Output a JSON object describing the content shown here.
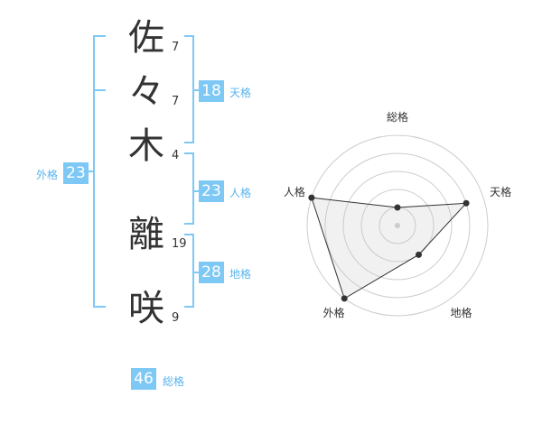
{
  "name": {
    "chars": [
      {
        "char": "佐",
        "strokes": "7"
      },
      {
        "char": "々",
        "strokes": "7"
      },
      {
        "char": "木",
        "strokes": "4"
      },
      {
        "char": "離",
        "strokes": "19"
      },
      {
        "char": "咲",
        "strokes": "9"
      }
    ]
  },
  "scores": {
    "tenkaku": {
      "value": "18",
      "label": "天格"
    },
    "jinkaku": {
      "value": "23",
      "label": "人格"
    },
    "chikaku": {
      "value": "28",
      "label": "地格"
    },
    "gaikaku": {
      "value": "23",
      "label": "外格"
    },
    "soukaku": {
      "value": "46",
      "label": "総格"
    }
  },
  "colors": {
    "accent": "#7ec8f5",
    "label": "#5ab4ee"
  },
  "chart_data": {
    "type": "radar",
    "axes": [
      "総格",
      "天格",
      "地格",
      "外格",
      "人格"
    ],
    "levels": 5,
    "max": 5,
    "values": [
      1,
      4,
      2,
      5,
      5
    ]
  }
}
